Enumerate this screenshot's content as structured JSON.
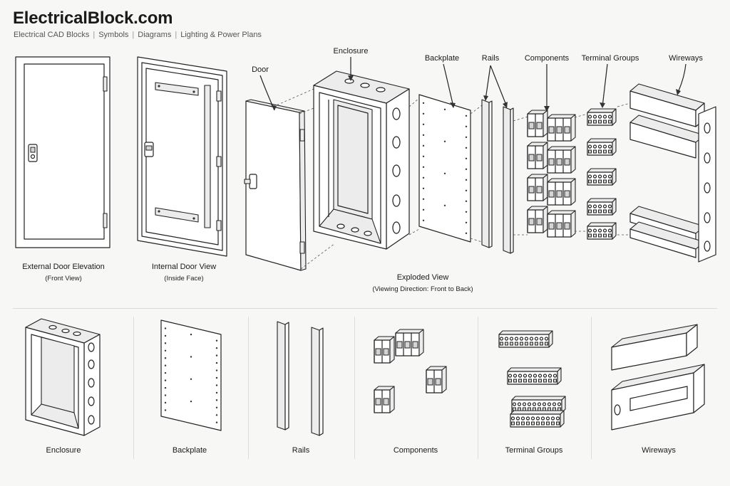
{
  "header": {
    "brand": "ElectricalBlock.com",
    "tagline": [
      "Electrical CAD Blocks",
      "Symbols",
      "Diagrams",
      "Lighting & Power Plans"
    ]
  },
  "top": {
    "external_door": {
      "title": "External Door Elevation",
      "sub": "(Front View)"
    },
    "internal_door": {
      "title": "Internal Door View",
      "sub": "(Inside Face)"
    },
    "exploded": {
      "title": "Exploded View",
      "sub": "(Viewing Direction: Front to Back)"
    },
    "callouts": {
      "door": "Door",
      "enclosure": "Enclosure",
      "backplate": "Backplate",
      "rails": "Rails",
      "components": "Components",
      "terminal_groups": "Terminal Groups",
      "wireways": "Wireways"
    }
  },
  "bottom": {
    "labels": [
      "Enclosure",
      "Backplate",
      "Rails",
      "Components",
      "Terminal Groups",
      "Wireways"
    ]
  }
}
